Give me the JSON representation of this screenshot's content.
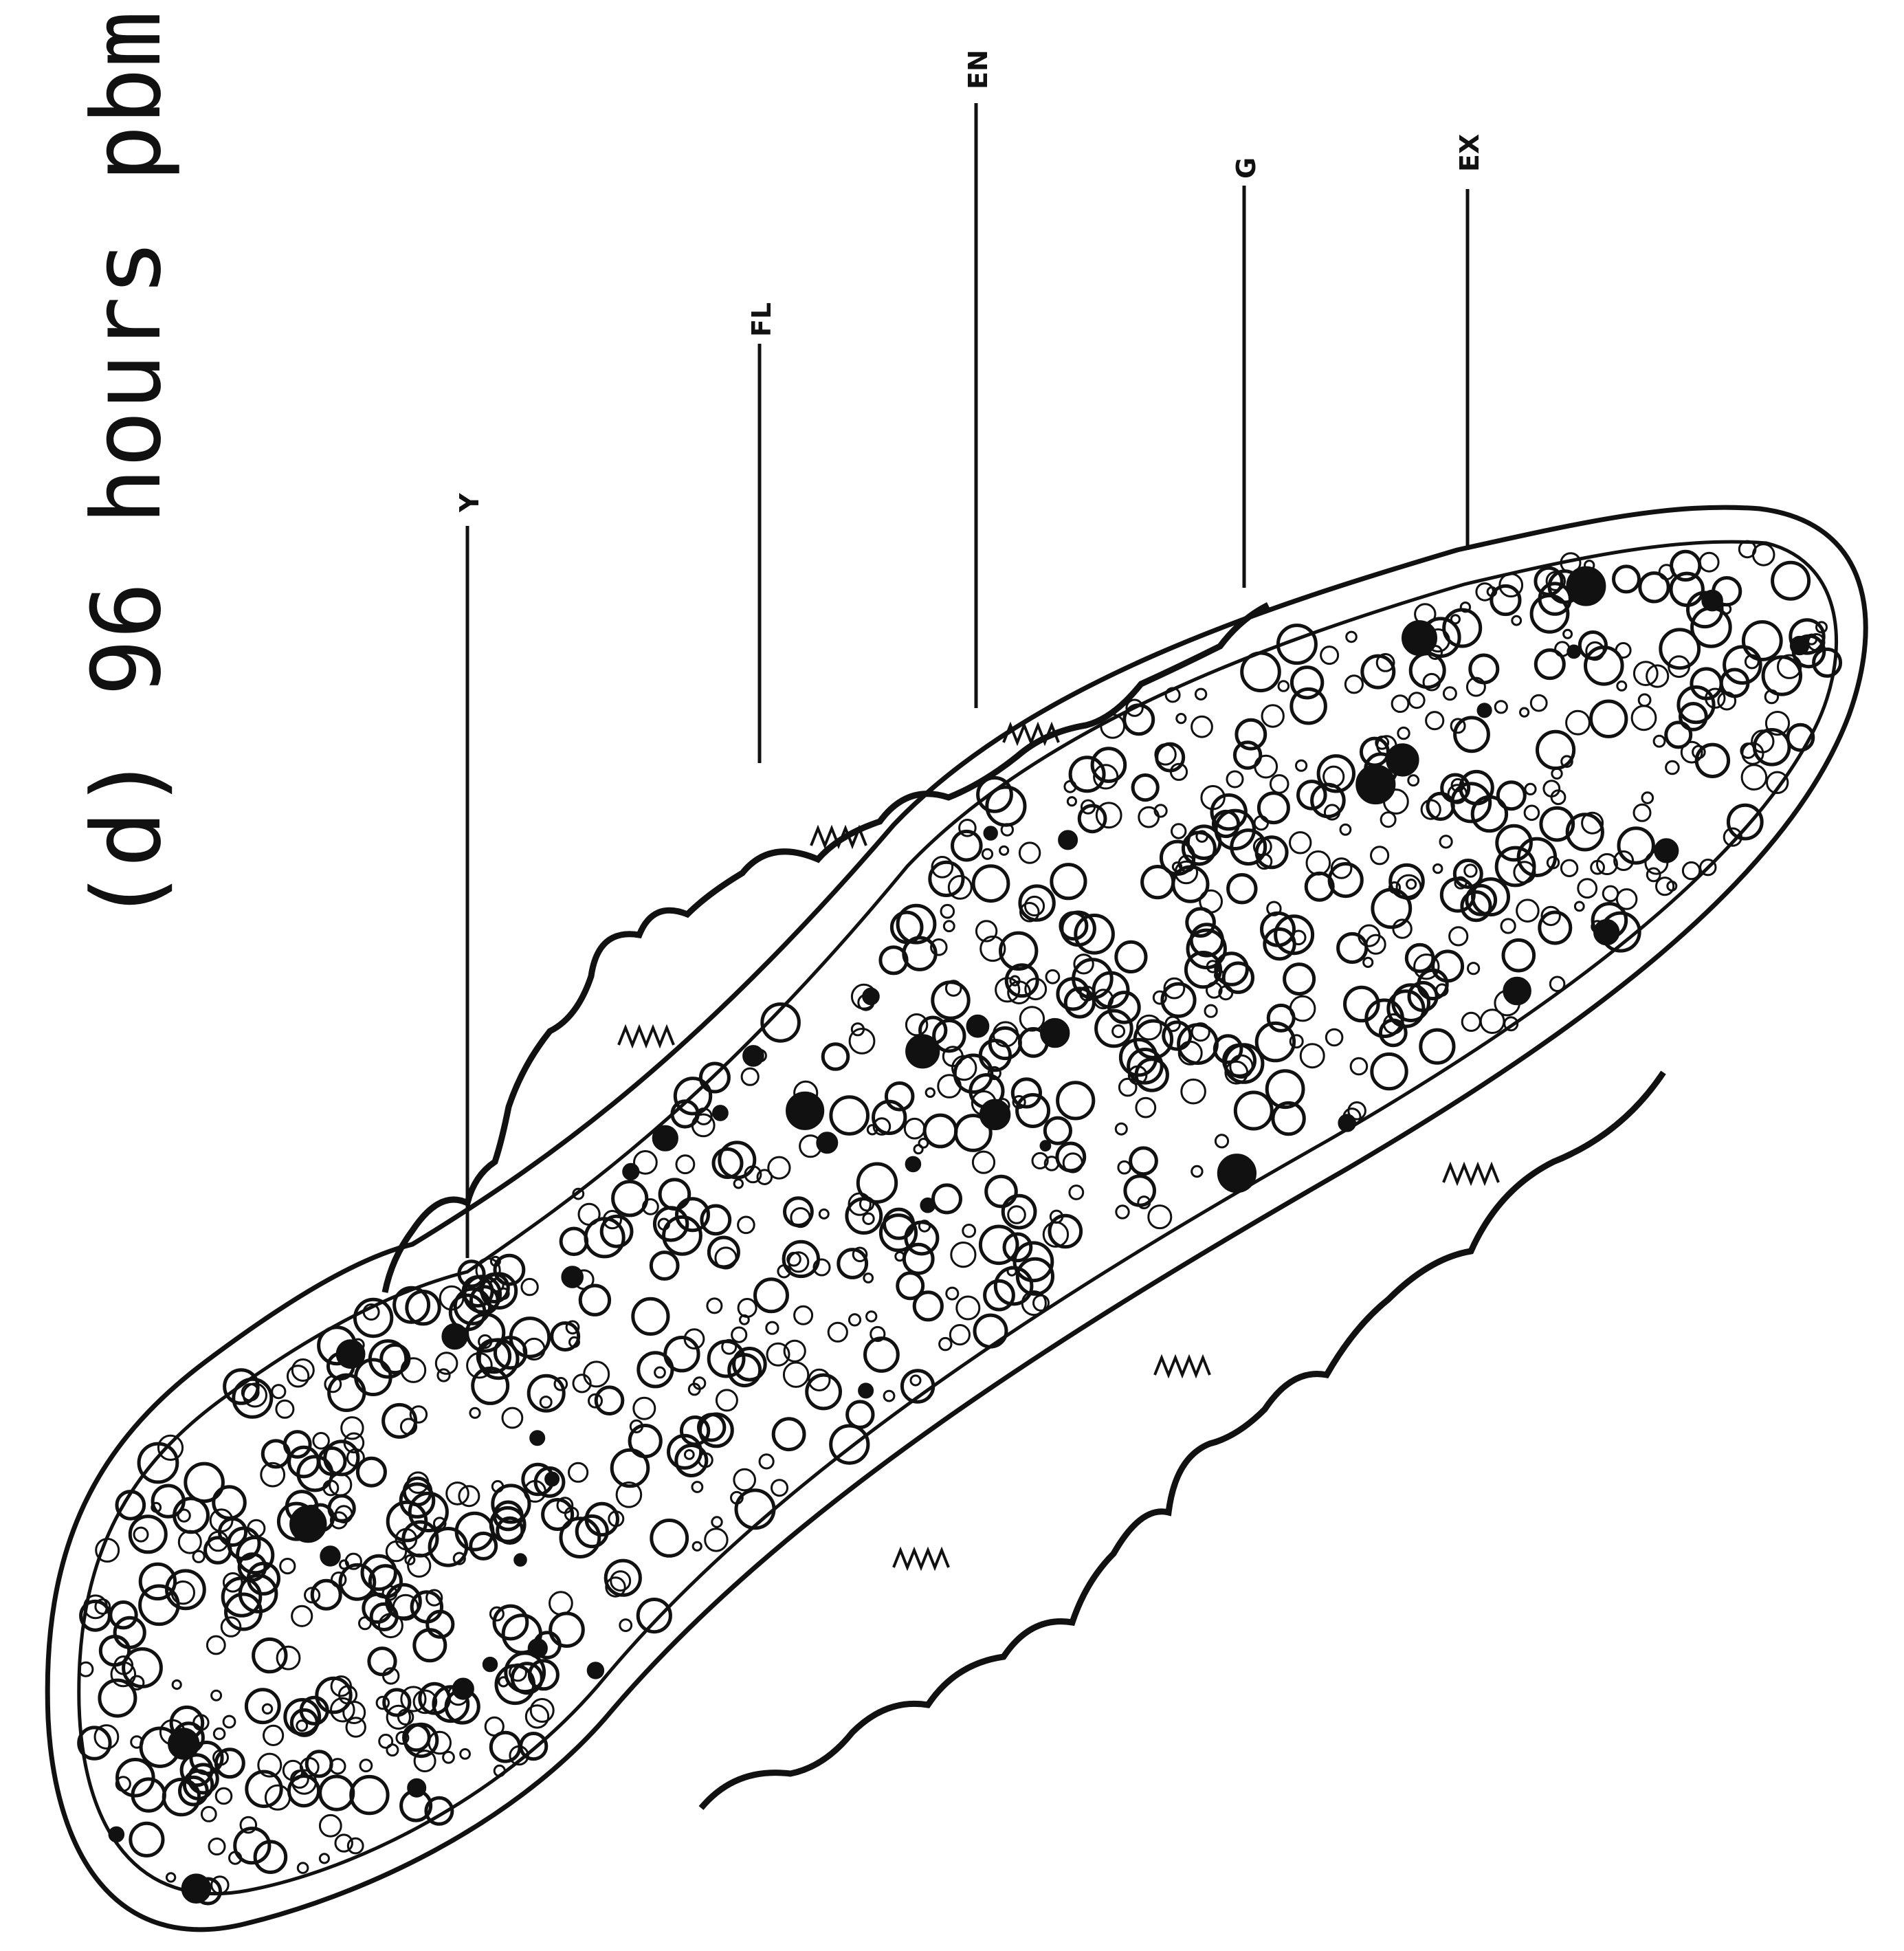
{
  "figure": {
    "caption": "(d) 96 hours pbm",
    "labels": [
      {
        "id": "Y",
        "text": "Y"
      },
      {
        "id": "FL",
        "text": "FL"
      },
      {
        "id": "EN",
        "text": "EN"
      },
      {
        "id": "G",
        "text": "G"
      },
      {
        "id": "EX",
        "text": "EX"
      }
    ]
  },
  "colors": {
    "ink": "#111111",
    "paper": "#ffffff"
  }
}
